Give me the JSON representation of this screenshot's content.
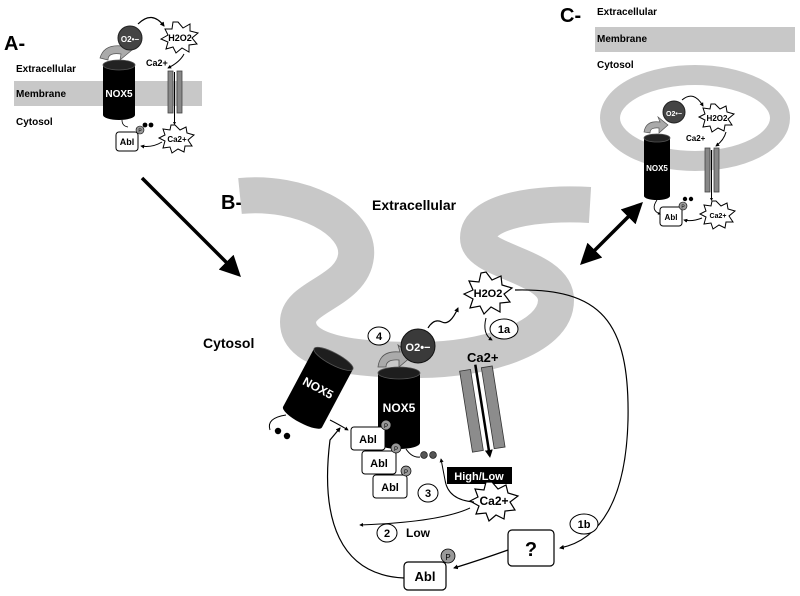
{
  "panel_a": {
    "panel_label": "A-",
    "extracellular_label": "Extracellular",
    "membrane_label": "Membrane",
    "cytosol_label": "Cytosol",
    "nox5_label": "NOX5",
    "superoxide_label": "O2•−",
    "h2o2_label": "H2O2",
    "calcium_label": "Ca2+",
    "calcium_burst_label": "Ca2+",
    "abl_label": "Abl",
    "phospho_label": "P"
  },
  "panel_b": {
    "panel_label": "B-",
    "extracellular_label": "Extracellular",
    "cytosol_label": "Cytosol",
    "nox5_left_label": "NOX5",
    "nox5_main_label": "NOX5",
    "superoxide_label": "O2•−",
    "h2o2_label": "H2O2",
    "calcium_label": "Ca2+",
    "calcium_burst_label": "Ca2+",
    "abl_labels": [
      "Abl",
      "Abl",
      "Abl",
      "Abl"
    ],
    "phospho_label": "P",
    "step_1a": "1a",
    "step_1b": "1b",
    "step_2": "2",
    "step_3": "3",
    "step_4": "4",
    "low_label": "Low",
    "high_low_label": "High/Low",
    "unknown_label": "?"
  },
  "panel_c": {
    "panel_label": "C-",
    "extracellular_label": "Extracellular",
    "membrane_label": "Membrane",
    "cytosol_label": "Cytosol",
    "nox5_label": "NOX5",
    "superoxide_label": "O2•−",
    "h2o2_label": "H2O2",
    "calcium_label": "Ca2+",
    "calcium_burst_label": "Ca2+",
    "abl_label": "Abl",
    "phospho_label": "P"
  },
  "colors": {
    "membrane": "#c8c8c8",
    "channel": "#8c8c8c",
    "nox5": "#000000",
    "superoxide": "#3a3a3a"
  }
}
